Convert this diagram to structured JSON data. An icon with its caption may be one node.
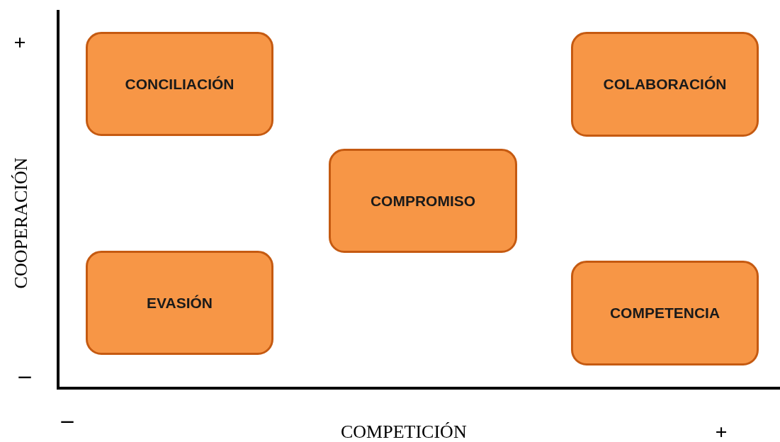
{
  "diagram": {
    "nodes": [
      {
        "text": [
          "CONCILIACIÓN"
        ]
      },
      {
        "text": [
          "COLABORACIÓN"
        ]
      },
      {
        "text": [
          "COMPROMISO"
        ]
      },
      {
        "text": [
          "EVASIÓN"
        ]
      },
      {
        "text": [
          "COMPETENCIA"
        ]
      }
    ],
    "labels": [
      "+",
      "COOPERACIÓN",
      "–",
      "–",
      "COMPETICIÓN",
      "+"
    ]
  }
}
